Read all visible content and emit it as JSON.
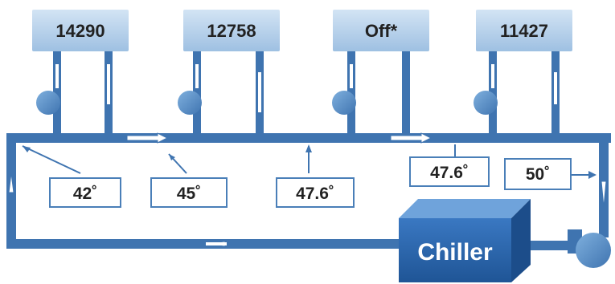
{
  "units": [
    {
      "label": "14290"
    },
    {
      "label": "12758"
    },
    {
      "label": "Off*"
    },
    {
      "label": "11427"
    }
  ],
  "temperatures": [
    {
      "label": "42˚"
    },
    {
      "label": "45˚"
    },
    {
      "label": "47.6˚"
    },
    {
      "label": "47.6˚"
    },
    {
      "label": "50˚"
    }
  ],
  "chiller": {
    "label": "Chiller"
  },
  "colors": {
    "pipe": "#3f74b0",
    "unit_top": "#c6dcf0",
    "unit_bottom": "#8fb6dc",
    "chiller": "#2f67ad"
  }
}
